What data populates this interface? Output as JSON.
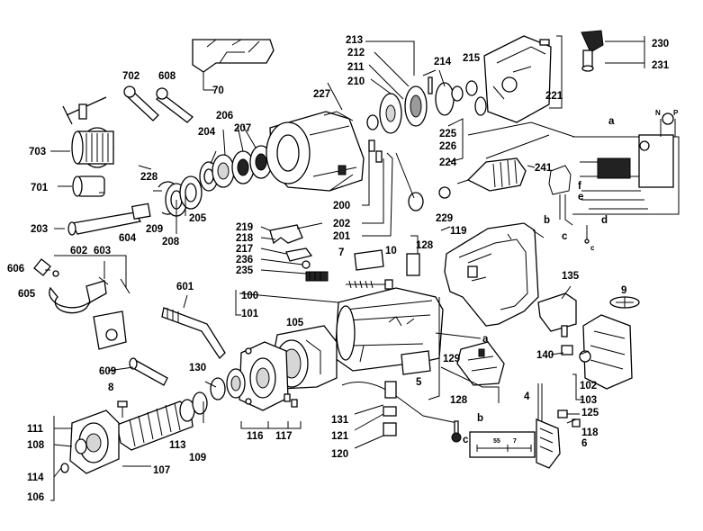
{
  "labels": {
    "p70": "70",
    "p702": "702",
    "p608": "608",
    "p703": "703",
    "p701": "701",
    "p203": "203",
    "p228": "228",
    "p209": "209",
    "p208": "208",
    "p205": "205",
    "p204": "204",
    "p206": "206",
    "p207": "207",
    "p227": "227",
    "p210": "210",
    "p211": "211",
    "p212": "212",
    "p213": "213",
    "p214": "214",
    "p215": "215",
    "p221": "221",
    "p225": "225",
    "p226": "226",
    "p224": "224",
    "p230": "230",
    "p231": "231",
    "p241": "241",
    "p200": "200",
    "p202": "202",
    "p201": "201",
    "p229": "229",
    "p219": "219",
    "p218": "218",
    "p217": "217",
    "p236": "236",
    "p235": "235",
    "p10": "10",
    "p7": "7",
    "p128a": "128",
    "p119": "119",
    "p606": "606",
    "p602": "602",
    "p603": "603",
    "p604": "604",
    "p605": "605",
    "p601": "601",
    "p100": "100",
    "p101": "101",
    "p105": "105",
    "p609": "609",
    "p130": "130",
    "p8": "8",
    "p111": "111",
    "p108": "108",
    "p114": "114",
    "p106": "106",
    "p113": "113",
    "p107": "107",
    "p109": "109",
    "p116": "116",
    "p117": "117",
    "p5": "5",
    "p129": "129",
    "p128b": "128",
    "p131": "131",
    "p121": "121",
    "p120": "120",
    "p135": "135",
    "p9": "9",
    "p140": "140",
    "p102": "102",
    "p103": "103",
    "p4": "4",
    "p125": "125",
    "p118": "118",
    "p6": "6",
    "p55": "55",
    "p7b": "7"
  },
  "letters": {
    "a1": "a",
    "a2": "a",
    "b1": "b",
    "b2": "b",
    "c1": "c",
    "c2": "c",
    "c3": "c",
    "d": "d",
    "e": "e",
    "f": "f",
    "N": "N",
    "P": "P"
  }
}
